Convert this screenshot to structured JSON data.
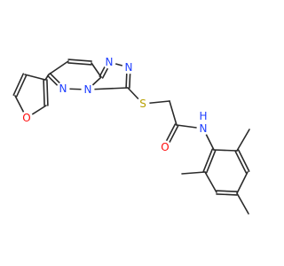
{
  "molecule": {
    "colors": {
      "bond": "#2b2b2b",
      "N": "#1f3fff",
      "O": "#ff0d0d",
      "S": "#b8a000"
    },
    "atom_labels": [
      {
        "id": "o-furan",
        "text": "O",
        "element": "O"
      },
      {
        "id": "n-pyridazine-1",
        "text": "N",
        "element": "N"
      },
      {
        "id": "n-bridge",
        "text": "N",
        "element": "N"
      },
      {
        "id": "n-triazole-1",
        "text": "N",
        "element": "N"
      },
      {
        "id": "n-triazole-2",
        "text": "N",
        "element": "N"
      },
      {
        "id": "s-thioether",
        "text": "S",
        "element": "S"
      },
      {
        "id": "o-carbonyl",
        "text": "O",
        "element": "O"
      },
      {
        "id": "n-amide",
        "text": "N",
        "element": "N"
      },
      {
        "id": "h-amide",
        "text": "H",
        "element": "N"
      }
    ]
  }
}
